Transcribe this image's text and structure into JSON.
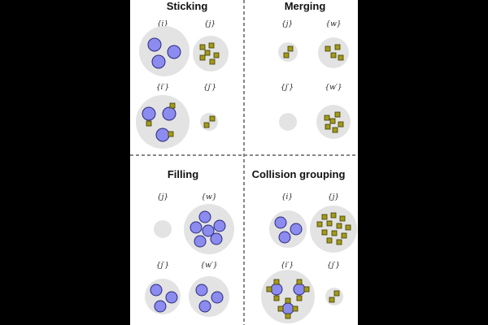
{
  "panels": {
    "sticking": {
      "title": "Sticking",
      "labels": [
        "{i}",
        "{j}",
        "{i′}",
        "{j′}"
      ]
    },
    "merging": {
      "title": "Merging",
      "labels": [
        "{j}",
        "{w}",
        "{j′}",
        "{w′}"
      ]
    },
    "filling": {
      "title": "Filling",
      "labels": [
        "{j}",
        "{w}",
        "{j′}",
        "{w′}"
      ]
    },
    "collision_grouping": {
      "title": "Collision grouping",
      "labels": [
        "{i}",
        "{j}",
        "{i′}",
        "{j′}"
      ]
    }
  },
  "colors": {
    "background": "#000000",
    "panel": "#ffffff",
    "disc": "#e3e3e3",
    "ball": "#8b8bf0",
    "ball_edge": "#2a2a7a",
    "square": "#a39a1b",
    "square_edge": "#3b3a00",
    "divider": "#888888"
  }
}
